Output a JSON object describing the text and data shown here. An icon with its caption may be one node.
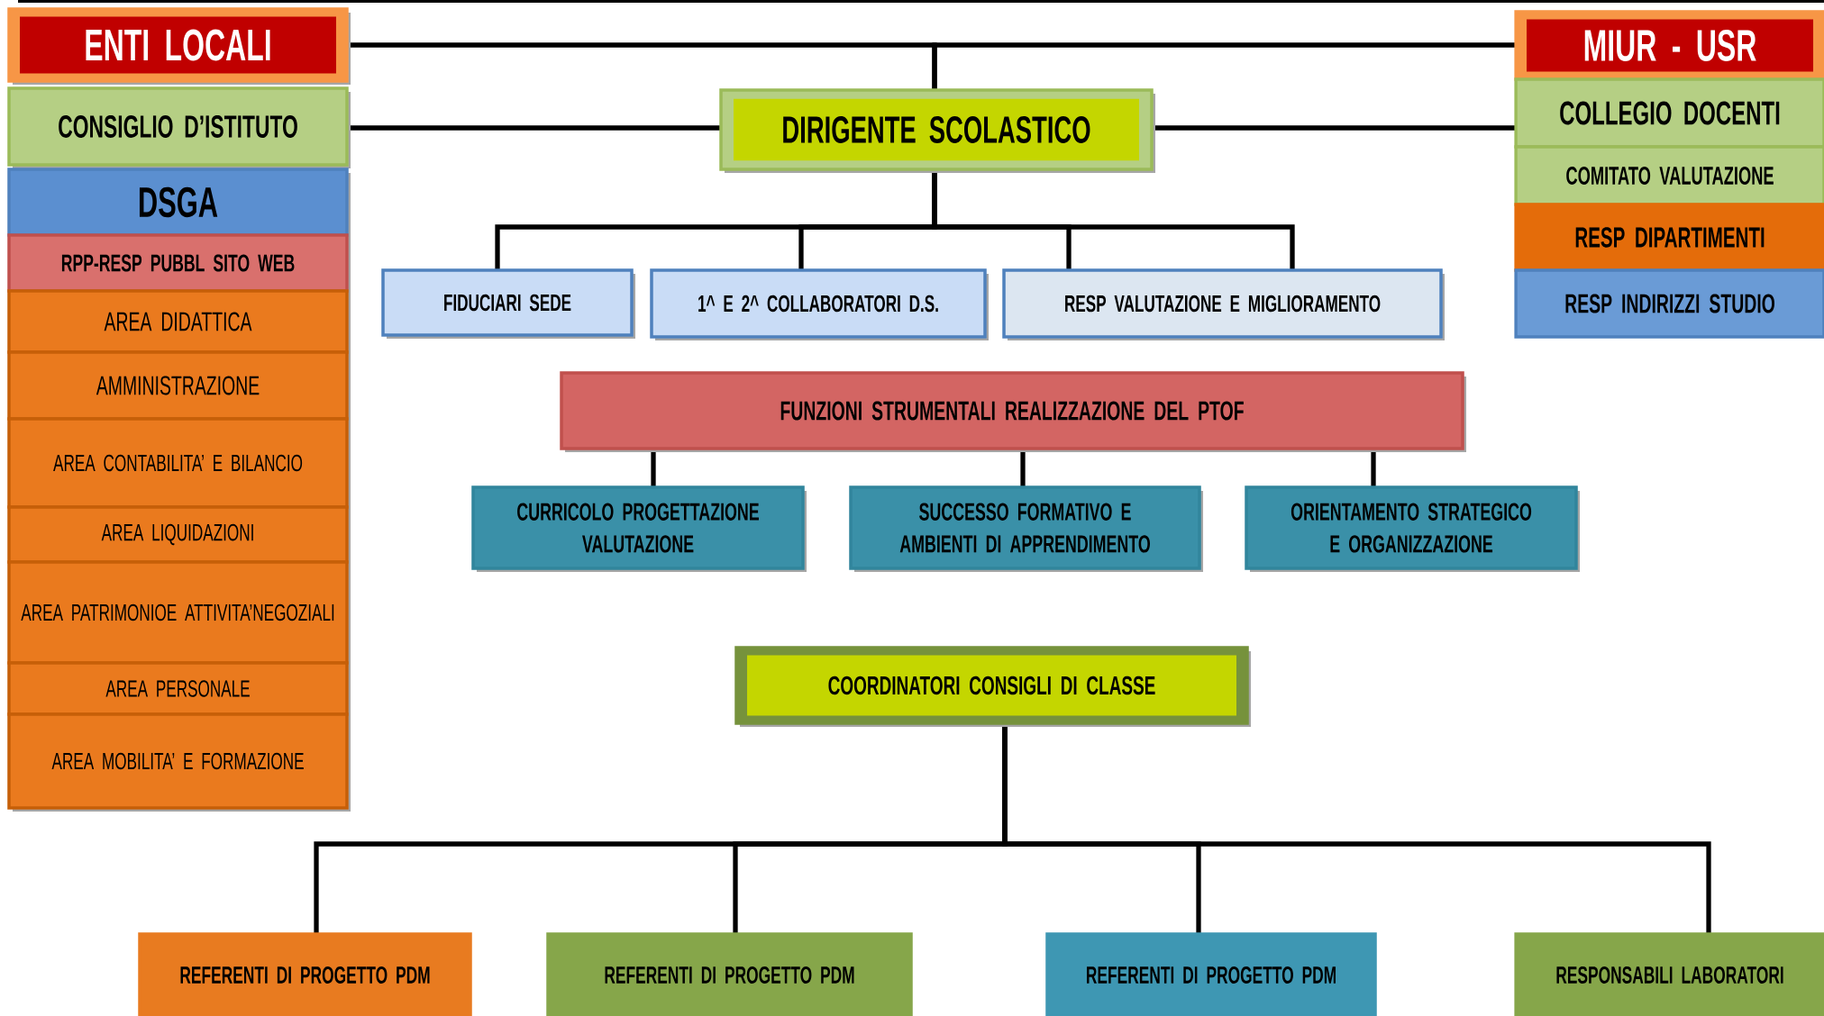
{
  "diagram": {
    "nodes": [
      {
        "text": [
          "ENTI LOCALI"
        ]
      },
      {
        "text": [
          "CONSIGLIO D’ISTITUTO"
        ]
      },
      {
        "text": [
          "DSGA"
        ]
      },
      {
        "text": [
          "RPP-RESP PUBBL SITO WEB"
        ]
      },
      {
        "text": [
          "AREA DIDATTICA"
        ]
      },
      {
        "text": [
          "AMMINISTRAZIONE"
        ]
      },
      {
        "text": [
          "AREA CONTABILITA’ E BILANCIO"
        ]
      },
      {
        "text": [
          "AREA LIQUIDAZIONI"
        ]
      },
      {
        "text": [
          "AREA PATRIMONIOE ATTIVITA’NEGOZIALI"
        ]
      },
      {
        "text": [
          "AREA PERSONALE"
        ]
      },
      {
        "text": [
          "AREA MOBILITA’ E FORMAZIONE"
        ]
      },
      {
        "text": [
          "MIUR - USR"
        ]
      },
      {
        "text": [
          "COLLEGIO DOCENTI"
        ]
      },
      {
        "text": [
          "COMITATO VALUTAZIONE"
        ]
      },
      {
        "text": [
          "RESP DIPARTIMENTI"
        ]
      },
      {
        "text": [
          "RESP INDIRIZZI STUDIO"
        ]
      },
      {
        "text": [
          "DIRIGENTE SCOLASTICO"
        ]
      },
      {
        "text": [
          "FIDUCIARI SEDE"
        ]
      },
      {
        "text": [
          "1^ E 2^ COLLABORATORI D.S."
        ]
      },
      {
        "text": [
          "RESP VALUTAZIONE E MIGLIORAMENTO"
        ]
      },
      {
        "text": [
          "FUNZIONI STRUMENTALI REALIZZAZIONE DEL PTOF"
        ]
      },
      {
        "text": [
          "CURRICOLO PROGETTAZIONE VALUTAZIONE"
        ]
      },
      {
        "text": [
          "SUCCESSO FORMATIVO E AMBIENTI DI APPRENDIMENTO"
        ]
      },
      {
        "text": [
          "ORIENTAMENTO STRATEGICO E ORGANIZZAZIONE"
        ]
      },
      {
        "text": [
          "COORDINATORI CONSIGLI DI CLASSE"
        ]
      },
      {
        "text": [
          "REFERENTI DI PROGETTO PDM"
        ]
      },
      {
        "text": [
          "REFERENTI DI PROGETTO PDM"
        ]
      },
      {
        "text": [
          "REFERENTI DI PROGETTO PDM"
        ]
      },
      {
        "text": [
          "RESPONSABILI LABORATORI"
        ]
      }
    ],
    "edges": [
      {
        "from": 0,
        "to": 16,
        "arrow": "none"
      },
      {
        "from": 16,
        "to": 11,
        "arrow": "none"
      },
      {
        "from": 1,
        "to": 16,
        "arrow": "none"
      },
      {
        "from": 16,
        "to": 12,
        "arrow": "none"
      },
      {
        "from": 16,
        "to": 17,
        "arrow": "none"
      },
      {
        "from": 16,
        "to": 18,
        "arrow": "none"
      },
      {
        "from": 16,
        "to": 19,
        "arrow": "none"
      },
      {
        "from": 16,
        "to": 19,
        "arrow": "none"
      },
      {
        "from": 20,
        "to": 21,
        "arrow": "none"
      },
      {
        "from": 20,
        "to": 22,
        "arrow": "none"
      },
      {
        "from": 20,
        "to": 23,
        "arrow": "none"
      },
      {
        "from": 24,
        "to": 25,
        "arrow": "none"
      },
      {
        "from": 24,
        "to": 26,
        "arrow": "none"
      },
      {
        "from": 24,
        "to": 27,
        "arrow": "none"
      },
      {
        "from": 24,
        "to": 28,
        "arrow": "none"
      }
    ]
  }
}
